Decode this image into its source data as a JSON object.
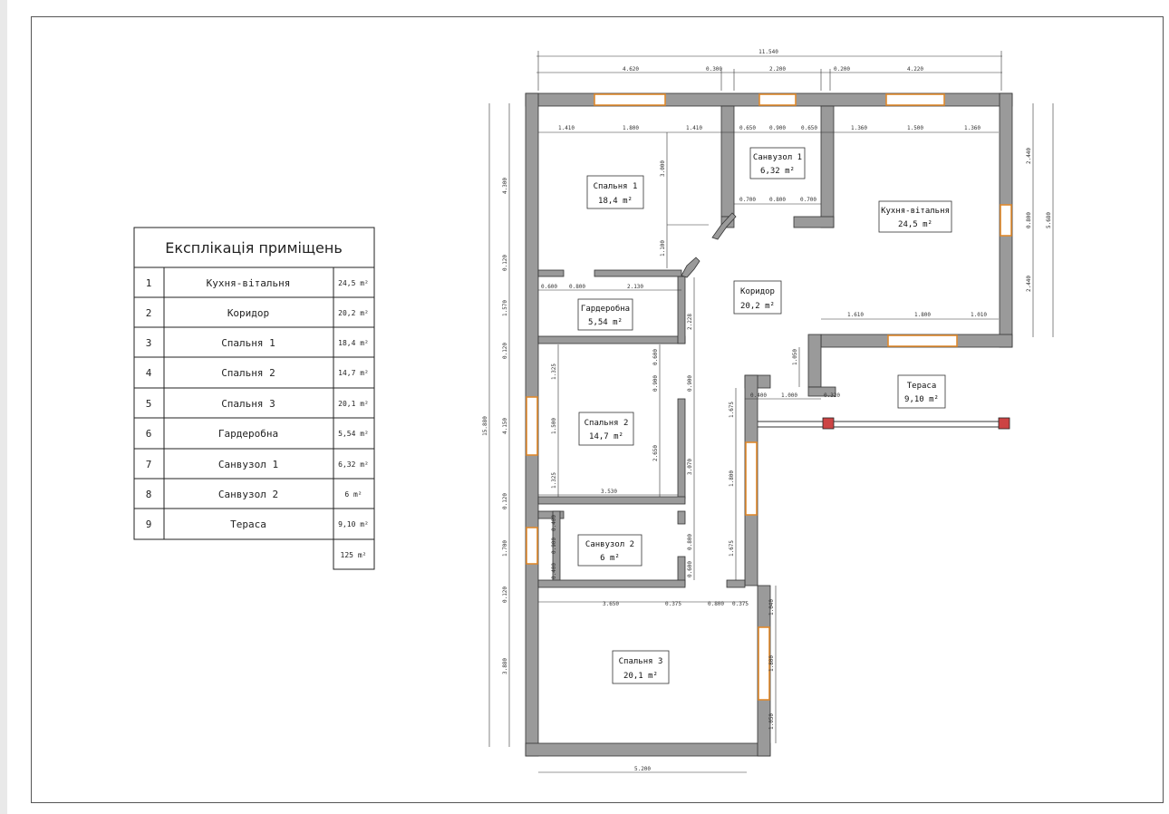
{
  "table": {
    "title": "Експлікація приміщень",
    "rows": [
      {
        "num": "1",
        "name": "Кухня-вітальня",
        "area": "24,5 m²"
      },
      {
        "num": "2",
        "name": "Коридор",
        "area": "20,2 m²"
      },
      {
        "num": "3",
        "name": "Спальня 1",
        "area": "18,4 m²"
      },
      {
        "num": "4",
        "name": "Спальня 2",
        "area": "14,7 m²"
      },
      {
        "num": "5",
        "name": "Спальня 3",
        "area": "20,1 m²"
      },
      {
        "num": "6",
        "name": "Гардеробна",
        "area": "5,54 m²"
      },
      {
        "num": "7",
        "name": "Санвузол 1",
        "area": "6,32 m²"
      },
      {
        "num": "8",
        "name": "Санвузол 2",
        "area": "6 m²"
      },
      {
        "num": "9",
        "name": "Тераса",
        "area": "9,10 m²"
      }
    ],
    "total": "125 m²"
  },
  "rooms": {
    "bedroom1": {
      "name": "Спальня 1",
      "area": "18,4 m²"
    },
    "bath1": {
      "name": "Санвузол 1",
      "area": "6,32 m²"
    },
    "kitchen": {
      "name": "Кухня-вітальня",
      "area": "24,5 m²"
    },
    "corridor": {
      "name": "Коридор",
      "area": "20,2 m²"
    },
    "wardrobe": {
      "name": "Гардеробна",
      "area": "5,54 m²"
    },
    "bedroom2": {
      "name": "Спальня 2",
      "area": "14,7 m²"
    },
    "terrace": {
      "name": "Тераса",
      "area": "9,10 m²"
    },
    "bath2": {
      "name": "Санвузол 2",
      "area": "6 m²"
    },
    "bedroom3": {
      "name": "Спальня 3",
      "area": "20,1 m²"
    }
  },
  "dims": {
    "overall": "11.540",
    "top": [
      "4.620",
      "0.300",
      "2.200",
      "0.200",
      "4.220"
    ],
    "inner_top_left": [
      "1.410",
      "1.800",
      "1.410"
    ],
    "inner_top_bath": [
      "0.650",
      "0.900",
      "0.650"
    ],
    "inner_top_right": [
      "1.360",
      "1.500",
      "1.360"
    ],
    "bath1_door": [
      "0.700",
      "0.800",
      "0.700"
    ],
    "wardrobe_door": [
      "0.600",
      "0.800",
      "2.130"
    ],
    "terrace_window": [
      "1.610",
      "1.800",
      "1.010"
    ],
    "terrace_row": [
      "0.400",
      "1.000",
      "0.320"
    ],
    "bottom_row": [
      "3.650",
      "0.375",
      "0.800",
      "0.375"
    ],
    "bottom": "5.200",
    "left_outer": "15.880",
    "left_segments": [
      "4.300",
      "0.120",
      "1.570",
      "0.120",
      "4.150",
      "0.120",
      "1.700",
      "0.120",
      "3.880"
    ],
    "left_window_a": [
      "1.325",
      "1.500",
      "1.325"
    ],
    "left_window_b": [
      "0.400",
      "0.900",
      "0.400"
    ],
    "right_outer": "5.680",
    "right_segments": [
      "2.440",
      "0.800",
      "2.440"
    ],
    "bed1_vert": [
      "3.000",
      "1.100"
    ],
    "corr_vert": [
      "2.228",
      "0.900",
      "3.070"
    ],
    "bed2_vert": [
      "0.600",
      "0.900",
      "2.650"
    ],
    "bed2_width": "3.530",
    "bath2_vert": [
      "0.800",
      "0.600"
    ],
    "corr_right": [
      "1.675",
      "1.800",
      "1.675"
    ],
    "terr_step": "1.050",
    "bed3_right": [
      "1.040",
      "1.800",
      "1.050"
    ]
  }
}
